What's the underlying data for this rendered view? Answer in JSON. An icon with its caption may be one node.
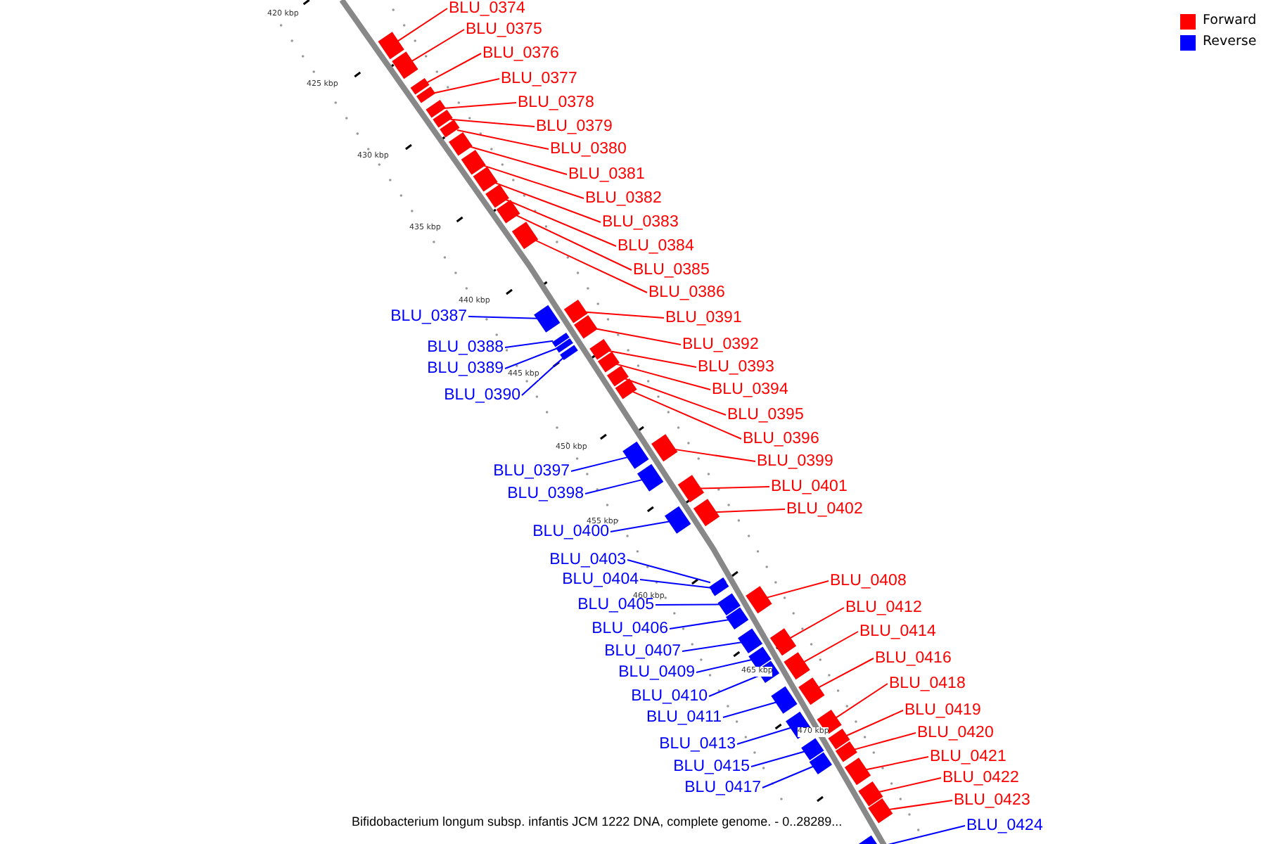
{
  "diagram": {
    "caption": "Bifidobacterium longum subsp. infantis JCM 1222 DNA, complete genome. - 0..28289...",
    "nodes": [
      {
        "text": [
          "BLU_0374"
        ]
      },
      {
        "text": [
          "BLU_0375"
        ]
      },
      {
        "text": [
          "BLU_0376"
        ]
      },
      {
        "text": [
          "BLU_0377"
        ]
      },
      {
        "text": [
          "BLU_0378"
        ]
      },
      {
        "text": [
          "BLU_0379"
        ]
      },
      {
        "text": [
          "BLU_0380"
        ]
      },
      {
        "text": [
          "BLU_0381"
        ]
      },
      {
        "text": [
          "BLU_0382"
        ]
      },
      {
        "text": [
          "BLU_0383"
        ]
      },
      {
        "text": [
          "BLU_0384"
        ]
      },
      {
        "text": [
          "BLU_0385"
        ]
      },
      {
        "text": [
          "BLU_0386"
        ]
      },
      {
        "text": [
          "BLU_0387"
        ]
      },
      {
        "text": [
          "BLU_0388"
        ]
      },
      {
        "text": [
          "BLU_0389"
        ]
      },
      {
        "text": [
          "BLU_0390"
        ]
      },
      {
        "text": [
          "BLU_0391"
        ]
      },
      {
        "text": [
          "BLU_0392"
        ]
      },
      {
        "text": [
          "BLU_0393"
        ]
      },
      {
        "text": [
          "BLU_0394"
        ]
      },
      {
        "text": [
          "BLU_0395"
        ]
      },
      {
        "text": [
          "BLU_0396"
        ]
      },
      {
        "text": [
          "BLU_0397"
        ]
      },
      {
        "text": [
          "BLU_0398"
        ]
      },
      {
        "text": [
          "BLU_0399"
        ]
      },
      {
        "text": [
          "BLU_0400"
        ]
      },
      {
        "text": [
          "BLU_0401"
        ]
      },
      {
        "text": [
          "BLU_0402"
        ]
      },
      {
        "text": [
          "BLU_0403"
        ]
      },
      {
        "text": [
          "BLU_0404"
        ]
      },
      {
        "text": [
          "BLU_0405"
        ]
      },
      {
        "text": [
          "BLU_0406"
        ]
      },
      {
        "text": [
          "BLU_0407"
        ]
      },
      {
        "text": [
          "BLU_0408"
        ]
      },
      {
        "text": [
          "BLU_0409"
        ]
      },
      {
        "text": [
          "BLU_0410"
        ]
      },
      {
        "text": [
          "BLU_0411"
        ]
      },
      {
        "text": [
          "BLU_0412"
        ]
      },
      {
        "text": [
          "BLU_0413"
        ]
      },
      {
        "text": [
          "BLU_0414"
        ]
      },
      {
        "text": [
          "BLU_0415"
        ]
      },
      {
        "text": [
          "BLU_0416"
        ]
      },
      {
        "text": [
          "BLU_0417"
        ]
      },
      {
        "text": [
          "BLU_0418"
        ]
      },
      {
        "text": [
          "BLU_0419"
        ]
      },
      {
        "text": [
          "BLU_0420"
        ]
      },
      {
        "text": [
          "BLU_0421"
        ]
      },
      {
        "text": [
          "BLU_0422"
        ]
      },
      {
        "text": [
          "BLU_0423"
        ]
      },
      {
        "text": [
          "BLU_0424"
        ]
      },
      {
        "text": [],
        "shape": "box"
      },
      {
        "text": [],
        "shape": "box"
      },
      {
        "text": [],
        "shape": "box"
      },
      {
        "text": [],
        "shape": "box"
      },
      {
        "text": [],
        "shape": "box"
      },
      {
        "text": [],
        "shape": "box"
      },
      {
        "text": [],
        "shape": "box"
      },
      {
        "text": [],
        "shape": "box"
      },
      {
        "text": [],
        "shape": "box"
      },
      {
        "text": [],
        "shape": "box"
      },
      {
        "text": [],
        "shape": "box"
      },
      {
        "text": [],
        "shape": "box"
      },
      {
        "text": [],
        "shape": "box"
      },
      {
        "text": [],
        "shape": "box"
      },
      {
        "text": [],
        "shape": "box"
      },
      {
        "text": [],
        "shape": "box"
      },
      {
        "text": [],
        "shape": "box"
      },
      {
        "text": [],
        "shape": "box"
      },
      {
        "text": [],
        "shape": "box"
      },
      {
        "text": [],
        "shape": "box"
      },
      {
        "text": [],
        "shape": "box"
      },
      {
        "text": [],
        "shape": "box"
      },
      {
        "text": [],
        "shape": "box"
      },
      {
        "text": [],
        "shape": "box"
      },
      {
        "text": [],
        "shape": "box"
      },
      {
        "text": [],
        "shape": "box"
      },
      {
        "text": [],
        "shape": "box"
      },
      {
        "text": [],
        "shape": "box"
      },
      {
        "text": [],
        "shape": "box"
      },
      {
        "text": [],
        "shape": "box"
      },
      {
        "text": [],
        "shape": "box"
      },
      {
        "text": [],
        "shape": "box"
      },
      {
        "text": [],
        "shape": "box"
      },
      {
        "text": [],
        "shape": "box"
      },
      {
        "text": [],
        "shape": "box"
      },
      {
        "text": [],
        "shape": "box"
      },
      {
        "text": [],
        "shape": "box"
      },
      {
        "text": [],
        "shape": "box"
      },
      {
        "text": [],
        "shape": "box"
      },
      {
        "text": [],
        "shape": "box"
      },
      {
        "text": [],
        "shape": "box"
      },
      {
        "text": [],
        "shape": "box"
      },
      {
        "text": [],
        "shape": "box"
      },
      {
        "text": [],
        "shape": "box"
      },
      {
        "text": [],
        "shape": "box"
      },
      {
        "text": [],
        "shape": "box"
      },
      {
        "text": [],
        "shape": "box"
      },
      {
        "text": [],
        "shape": "box"
      },
      {
        "text": [],
        "shape": "box"
      },
      {
        "text": [],
        "shape": "box"
      },
      {
        "text": [],
        "shape": "box"
      }
    ],
    "edges": [
      {
        "from": 0,
        "to": 51,
        "arrow": "none"
      },
      {
        "from": 1,
        "to": 52,
        "arrow": "none"
      },
      {
        "from": 2,
        "to": 53,
        "arrow": "none"
      },
      {
        "from": 3,
        "to": 54,
        "arrow": "none"
      },
      {
        "from": 4,
        "to": 55,
        "arrow": "none"
      },
      {
        "from": 5,
        "to": 56,
        "arrow": "none"
      },
      {
        "from": 6,
        "to": 57,
        "arrow": "none"
      },
      {
        "from": 7,
        "to": 58,
        "arrow": "none"
      },
      {
        "from": 8,
        "to": 59,
        "arrow": "none"
      },
      {
        "from": 9,
        "to": 60,
        "arrow": "none"
      },
      {
        "from": 10,
        "to": 61,
        "arrow": "none"
      },
      {
        "from": 11,
        "to": 62,
        "arrow": "none"
      },
      {
        "from": 12,
        "to": 63,
        "arrow": "none"
      },
      {
        "from": 13,
        "to": 64,
        "arrow": "none",
        "color": "#0000ff"
      },
      {
        "from": 14,
        "to": 65,
        "arrow": "none",
        "color": "#0000ff"
      },
      {
        "from": 15,
        "to": 66,
        "arrow": "none",
        "color": "#0000ff"
      },
      {
        "from": 16,
        "to": 67,
        "arrow": "none",
        "color": "#0000ff"
      },
      {
        "from": 17,
        "to": 68,
        "arrow": "none"
      },
      {
        "from": 18,
        "to": 69,
        "arrow": "none"
      },
      {
        "from": 19,
        "to": 70,
        "arrow": "none"
      },
      {
        "from": 20,
        "to": 71,
        "arrow": "none"
      },
      {
        "from": 21,
        "to": 72,
        "arrow": "none"
      },
      {
        "from": 22,
        "to": 73,
        "arrow": "none"
      },
      {
        "from": 23,
        "to": 74,
        "arrow": "none",
        "color": "#0000ff"
      },
      {
        "from": 24,
        "to": 75,
        "arrow": "none",
        "color": "#0000ff"
      },
      {
        "from": 25,
        "to": 76,
        "arrow": "none"
      },
      {
        "from": 26,
        "to": 77,
        "arrow": "none",
        "color": "#0000ff"
      },
      {
        "from": 27,
        "to": 78,
        "arrow": "none"
      },
      {
        "from": 28,
        "to": 79,
        "arrow": "none"
      },
      {
        "from": 29,
        "to": 80,
        "arrow": "none",
        "color": "#0000ff"
      },
      {
        "from": 30,
        "to": 81,
        "arrow": "none",
        "color": "#0000ff"
      },
      {
        "from": 31,
        "to": 82,
        "arrow": "none",
        "color": "#0000ff"
      },
      {
        "from": 32,
        "to": 83,
        "arrow": "none",
        "color": "#0000ff"
      },
      {
        "from": 33,
        "to": 84,
        "arrow": "none",
        "color": "#0000ff"
      },
      {
        "from": 34,
        "to": 85,
        "arrow": "none"
      },
      {
        "from": 35,
        "to": 86,
        "arrow": "none",
        "color": "#0000ff"
      },
      {
        "from": 36,
        "to": 87,
        "arrow": "none",
        "color": "#0000ff"
      },
      {
        "from": 37,
        "to": 88,
        "arrow": "none",
        "color": "#0000ff"
      },
      {
        "from": 38,
        "to": 89,
        "arrow": "none"
      },
      {
        "from": 39,
        "to": 90,
        "arrow": "none",
        "color": "#0000ff"
      },
      {
        "from": 40,
        "to": 91,
        "arrow": "none"
      },
      {
        "from": 41,
        "to": 92,
        "arrow": "none",
        "color": "#0000ff"
      },
      {
        "from": 42,
        "to": 93,
        "arrow": "none"
      },
      {
        "from": 43,
        "to": 94,
        "arrow": "none",
        "color": "#0000ff"
      },
      {
        "from": 44,
        "to": 95,
        "arrow": "none"
      },
      {
        "from": 45,
        "to": 96,
        "arrow": "none"
      },
      {
        "from": 46,
        "to": 97,
        "arrow": "none"
      },
      {
        "from": 47,
        "to": 98,
        "arrow": "none"
      },
      {
        "from": 48,
        "to": 99,
        "arrow": "none"
      },
      {
        "from": 49,
        "to": 100,
        "arrow": "none"
      },
      {
        "from": 50,
        "to": 101,
        "arrow": "none",
        "color": "#0000ff"
      }
    ],
    "labels": [
      "420 kbp",
      "425 kbp",
      "430 kbp",
      "435 kbp",
      "440 kbp",
      "445 kbp",
      "450 kbp",
      "455 kbp",
      "460 kbp",
      "465 kbp",
      "470 kbp"
    ],
    "legend": [
      {
        "text": "Forward",
        "color": "#ff0000"
      },
      {
        "text": "Reverse",
        "color": "#0000ff"
      }
    ]
  }
}
